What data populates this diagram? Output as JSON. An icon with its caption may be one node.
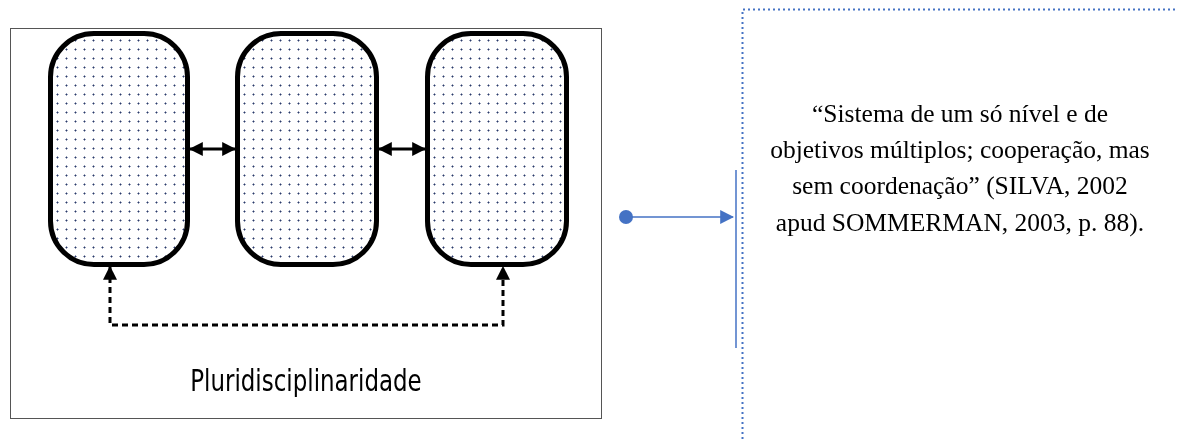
{
  "diagram": {
    "nodes": [
      {
        "text": [
          "Pluridisciplinaridade"
        ]
      },
      {
        "text": [],
        "shape": "box",
        "in": 0
      },
      {
        "text": [],
        "shape": "box",
        "in": 0
      },
      {
        "text": [],
        "shape": "box",
        "in": 0
      },
      {
        "text": [
          "“Sistema de um só nível e de objetivos múltiplos; cooperação, mas sem coordenação” (SILVA, 2002 apud SOMMERMAN, 2003, p. 88)."
        ]
      }
    ],
    "edges": [
      {
        "from": 1,
        "to": 2,
        "arrow": "both"
      },
      {
        "from": 2,
        "to": 3,
        "arrow": "both"
      },
      {
        "from": 1,
        "to": 3,
        "arrow": "both",
        "style": "dashed"
      },
      {
        "from": 0,
        "to": 4,
        "arrow": "to",
        "color": "#4472c4"
      }
    ]
  }
}
